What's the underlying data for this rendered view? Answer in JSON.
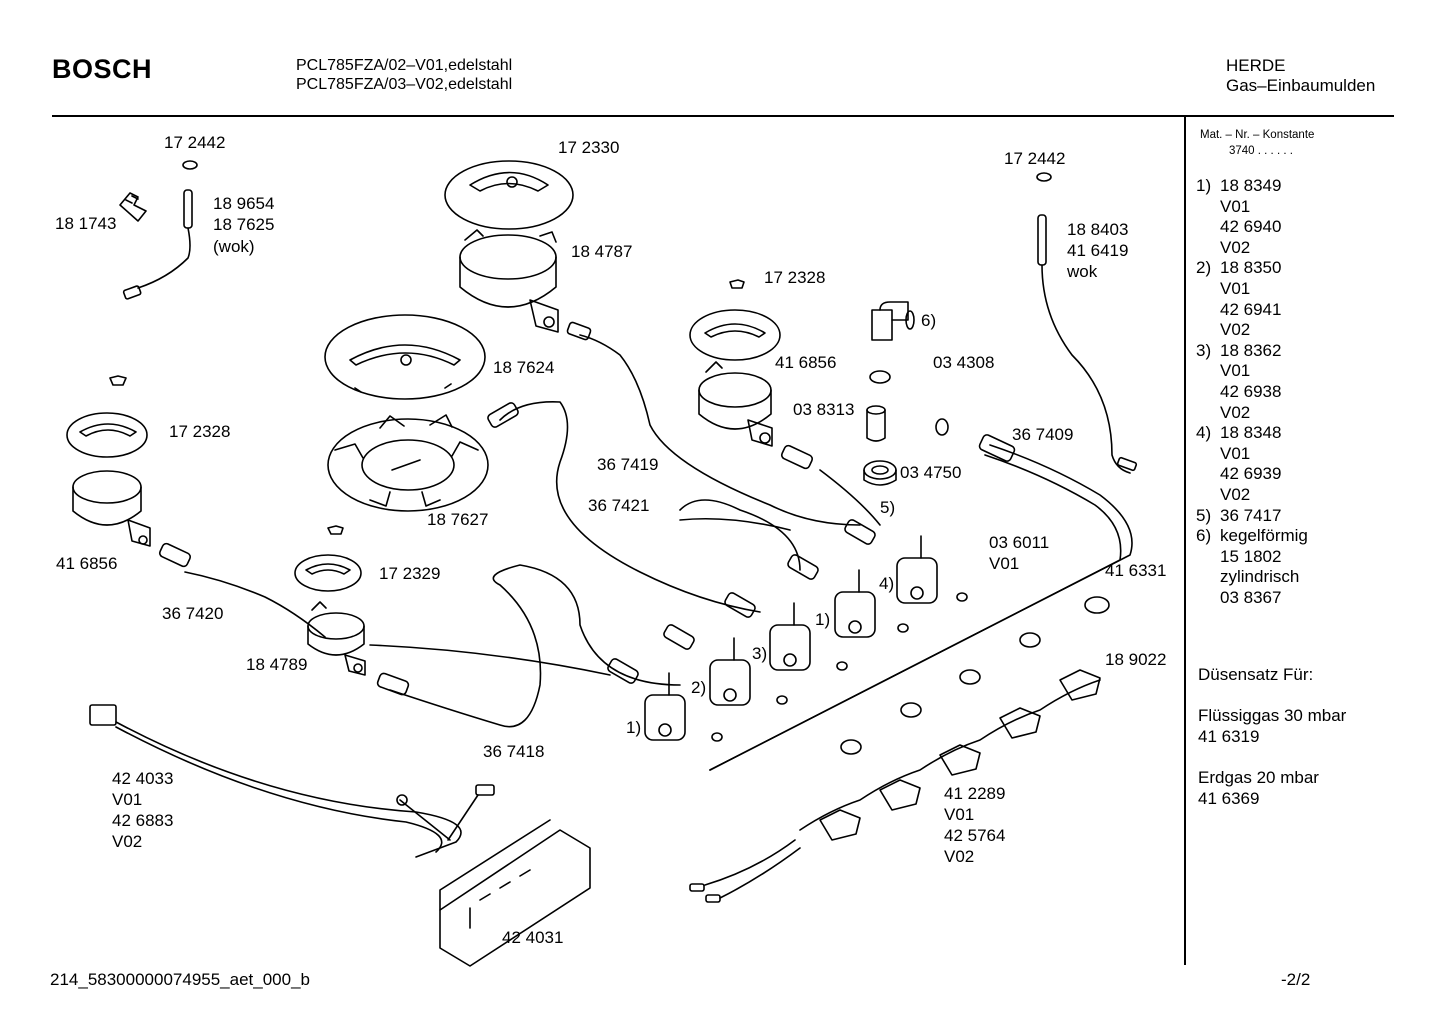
{
  "header": {
    "brand": "BOSCH",
    "model_line_1": "PCL785FZA/02–V01,edelstahl",
    "model_line_2": "PCL785FZA/03–V02,edelstahl",
    "category_line_1": "HERDE",
    "category_line_2": "Gas–Einbaumulden"
  },
  "sidebar": {
    "mat_title": "Mat. – Nr. – Konstante",
    "mat_value": "3740 . . . . . .",
    "entries": [
      {
        "num": "1)",
        "lines": [
          "18 8349",
          "V01",
          "42 6940",
          "V02"
        ]
      },
      {
        "num": "2)",
        "lines": [
          "18 8350",
          "V01",
          "42 6941",
          "V02"
        ]
      },
      {
        "num": "3)",
        "lines": [
          "18 8362",
          "V01",
          "42 6938",
          "V02"
        ]
      },
      {
        "num": "4)",
        "lines": [
          "18 8348",
          "V01",
          "42 6939",
          "V02"
        ]
      },
      {
        "num": "5)",
        "lines": [
          "36 7417"
        ]
      },
      {
        "num": "6)",
        "lines": [
          "kegelförmig",
          "15 1802",
          "zylindrisch",
          "03 8367"
        ]
      }
    ],
    "nozzle_title": "Düsensatz Für:",
    "lpg_label": "Flüssiggas 30 mbar",
    "lpg_value": "41 6319",
    "ng_label": "Erdgas 20 mbar",
    "ng_value": "41 6369"
  },
  "parts": [
    {
      "id": "p172442a",
      "text": "17 2442"
    },
    {
      "id": "p181743",
      "text": "18 1743"
    },
    {
      "id": "p189654",
      "text": "18 9654"
    },
    {
      "id": "p187625",
      "text": "18 7625"
    },
    {
      "id": "pwok1",
      "text": "(wok)"
    },
    {
      "id": "p172330",
      "text": "17 2330"
    },
    {
      "id": "p184787",
      "text": "18 4787"
    },
    {
      "id": "p172442b",
      "text": "17 2442"
    },
    {
      "id": "p188403",
      "text": "18 8403"
    },
    {
      "id": "p416419",
      "text": "41 6419"
    },
    {
      "id": "pwok2",
      "text": "wok"
    },
    {
      "id": "p172328a",
      "text": "17 2328"
    },
    {
      "id": "p6",
      "text": "6)"
    },
    {
      "id": "p187624",
      "text": "18 7624"
    },
    {
      "id": "p416856a",
      "text": "41 6856"
    },
    {
      "id": "p034308",
      "text": "03 4308"
    },
    {
      "id": "p038313",
      "text": "03 8313"
    },
    {
      "id": "p172328b",
      "text": "17 2328"
    },
    {
      "id": "p367409",
      "text": "36 7409"
    },
    {
      "id": "p367419",
      "text": "36 7419"
    },
    {
      "id": "p034750",
      "text": "03 4750"
    },
    {
      "id": "p367421",
      "text": "36 7421"
    },
    {
      "id": "p5",
      "text": "5)"
    },
    {
      "id": "p187627",
      "text": "18 7627"
    },
    {
      "id": "p036011",
      "text": "03 6011"
    },
    {
      "id": "pv01a",
      "text": "V01"
    },
    {
      "id": "p416856b",
      "text": "41 6856"
    },
    {
      "id": "p172329",
      "text": "17 2329"
    },
    {
      "id": "p4",
      "text": "4)"
    },
    {
      "id": "p416331",
      "text": "41 6331"
    },
    {
      "id": "p367420",
      "text": "36 7420"
    },
    {
      "id": "p1a",
      "text": "1)"
    },
    {
      "id": "p184789",
      "text": "18 4789"
    },
    {
      "id": "p3",
      "text": "3)"
    },
    {
      "id": "p189022",
      "text": "18 9022"
    },
    {
      "id": "p2",
      "text": "2)"
    },
    {
      "id": "p1b",
      "text": "1)"
    },
    {
      "id": "p367418",
      "text": "36 7418"
    },
    {
      "id": "p424033",
      "text": "42 4033"
    },
    {
      "id": "pv01b",
      "text": "V01"
    },
    {
      "id": "p426883",
      "text": "42 6883"
    },
    {
      "id": "pv02b",
      "text": "V02"
    },
    {
      "id": "p412289",
      "text": "41 2289"
    },
    {
      "id": "pv01c",
      "text": "V01"
    },
    {
      "id": "p425764",
      "text": "42 5764"
    },
    {
      "id": "pv02c",
      "text": "V02"
    },
    {
      "id": "p424031",
      "text": "42 4031"
    }
  ],
  "footer": {
    "doc_id": "214_58300000074955_aet_000_b",
    "page": "-2/2"
  }
}
